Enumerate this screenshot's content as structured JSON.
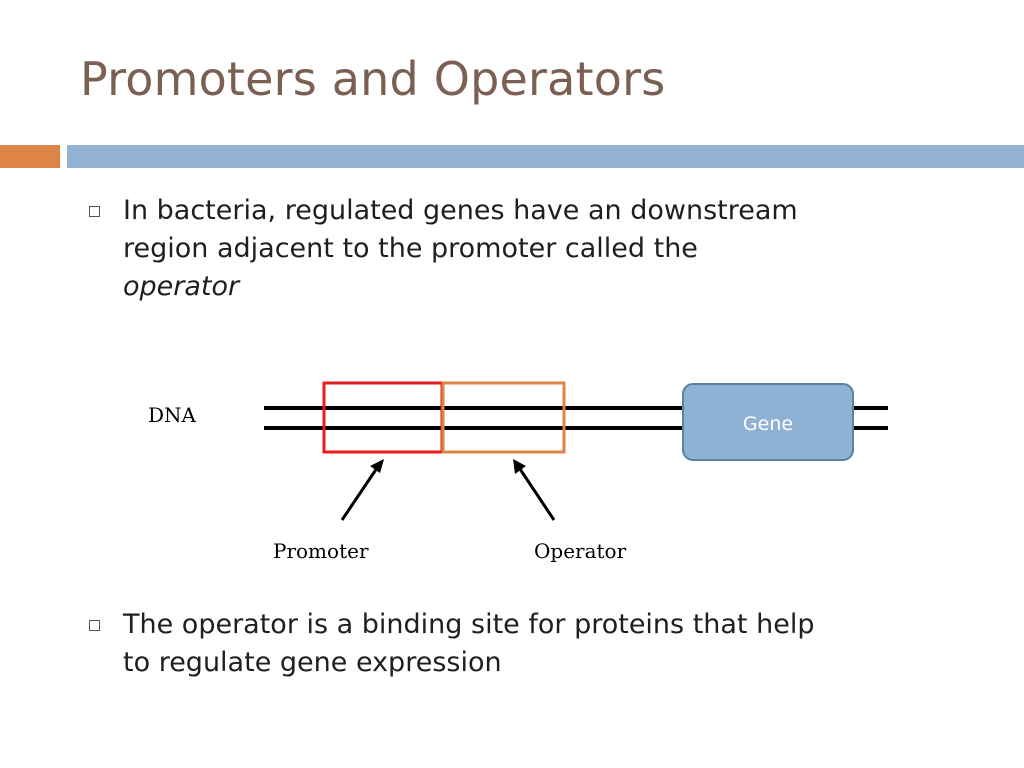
{
  "slide": {
    "title": "Promoters and Operators",
    "bullets": [
      {
        "lines": [
          "In bacteria, regulated genes have an downstream",
          "region adjacent to the promoter called the"
        ],
        "emphasis": "operator"
      },
      {
        "lines": [
          "The operator is a binding site for proteins that help",
          "to regulate gene expression"
        ]
      }
    ]
  },
  "diagram": {
    "dna_label": "DNA",
    "gene_label": "Gene",
    "promoter_label": "Promoter",
    "operator_label": "Operator"
  },
  "colors": {
    "title": "#7a5f52",
    "accent_orange": "#dd8447",
    "accent_blue": "#93b3d2",
    "promoter_box": "#e81c1c",
    "operator_box": "#dd8447",
    "gene_fill": "#8fb1d3",
    "gene_stroke": "#5d7fa0"
  }
}
